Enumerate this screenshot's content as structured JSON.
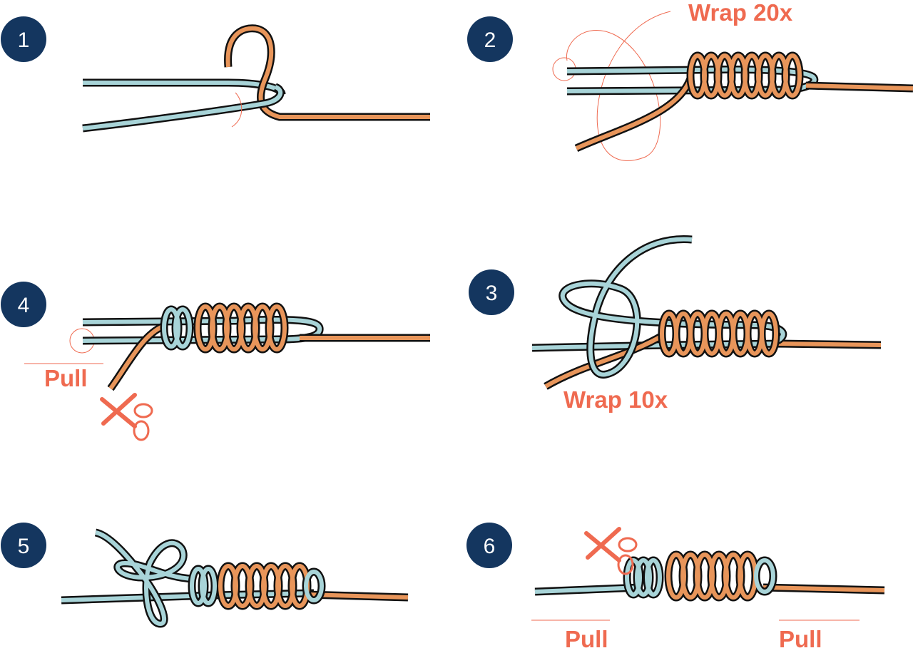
{
  "colors": {
    "badge": "#14365f",
    "badge_text": "#ffffff",
    "accent": "#ef6a50",
    "line_blue": "#a8d4d8",
    "line_orange": "#e8955a",
    "outline": "#111111"
  },
  "steps": [
    {
      "number": "1"
    },
    {
      "number": "2",
      "label": "Wrap 20x"
    },
    {
      "number": "4",
      "label": "Pull",
      "icon": "scissors-icon"
    },
    {
      "number": "3",
      "label": "Wrap 10x"
    },
    {
      "number": "5"
    },
    {
      "number": "6",
      "labels": [
        "Pull",
        "Pull"
      ],
      "icon": "scissors-icon"
    }
  ]
}
